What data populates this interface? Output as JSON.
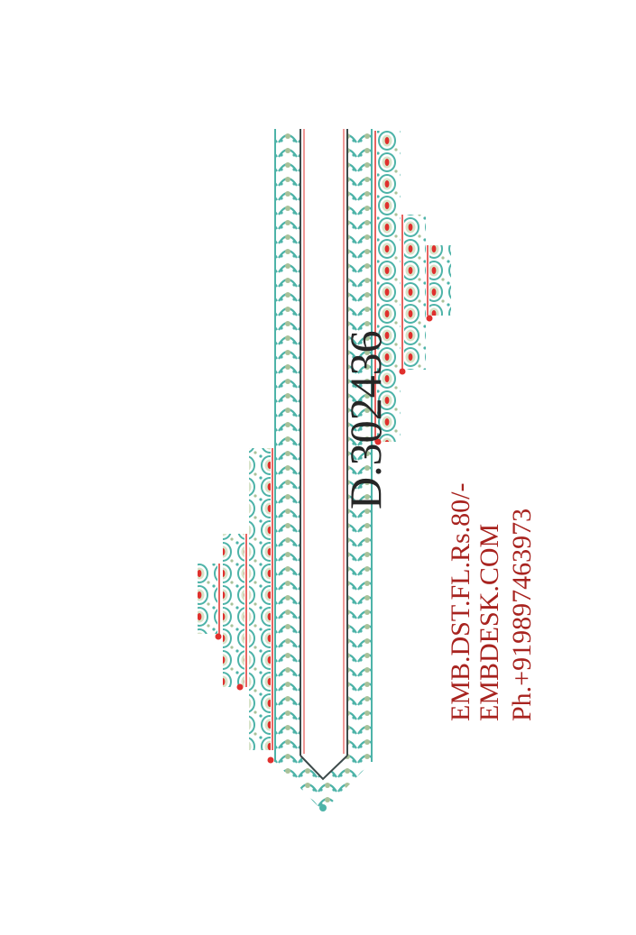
{
  "design": {
    "code": "D.302436"
  },
  "info": {
    "price": "EMB.DST.FL.Rs.80/-",
    "website": "EMBDESK.COM",
    "phone": "Ph.+919897463973"
  },
  "colors": {
    "background": "#ffffff",
    "teal": "#4db3a8",
    "sage": "#a9c29a",
    "red": "#e0302d",
    "dark": "#3c4a4a",
    "text_dark": "#262626",
    "text_red": "#a8231f"
  }
}
